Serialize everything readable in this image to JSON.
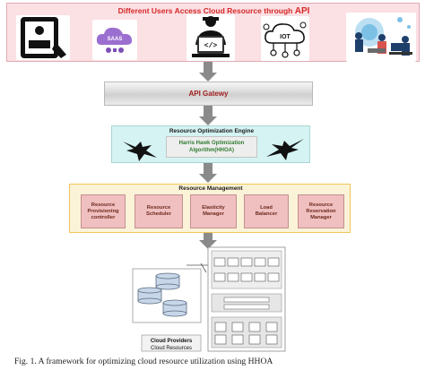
{
  "users_panel": {
    "title_prefix": "Different Users Access Cloud Resource through",
    "title_suffix": "API",
    "icons": [
      "tablet-user-icon",
      "saas-cloud-icon",
      "developer-icon",
      "iot-icon",
      "office-users-icon"
    ],
    "saas_label": "SAAS",
    "iot_label": "IOT"
  },
  "api_gateway": {
    "label": "API Gatewy"
  },
  "optimization_engine": {
    "title": "Resource Optimization Engine",
    "algorithm_line1": "Harris Hawk Optimization",
    "algorithm_line2": "Algorithm(HHOA)"
  },
  "resource_management": {
    "title": "Resource Management",
    "modules": [
      {
        "line1": "Resource",
        "line2": "Provisioning",
        "line3": "controller"
      },
      {
        "line1": "Resource",
        "line2": "Scheduler",
        "line3": ""
      },
      {
        "line1": "Elasticity",
        "line2": "Manager",
        "line3": ""
      },
      {
        "line1": "Load",
        "line2": "Balancer",
        "line3": ""
      },
      {
        "line1": "Resource",
        "line2": "Reservation",
        "line3": "Manager"
      }
    ]
  },
  "cloud": {
    "providers_label": "Cloud Providers",
    "resources_label": "Cloud Resources"
  },
  "caption": "Fig. 1. A framework for optimizing cloud resource utilization using HHOA",
  "colors": {
    "accent_red": "#d62828",
    "users_bg": "#fbe0e4",
    "engine_bg": "#d4f3f2",
    "management_bg": "#fbf3d8",
    "module_fill": "#f0bfbf",
    "algorithm_text": "#2f7a2f",
    "arrow": "#8a8a8a"
  }
}
